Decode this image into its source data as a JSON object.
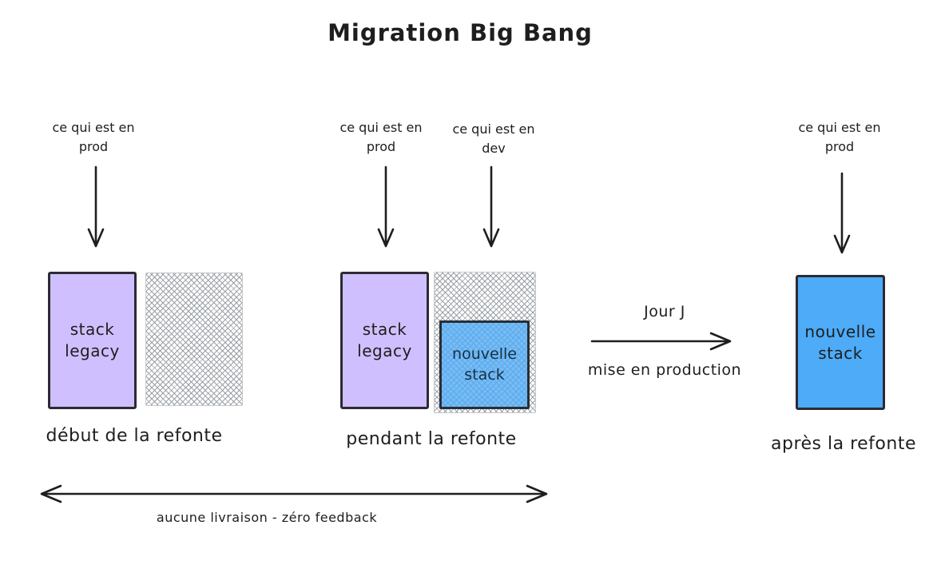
{
  "title": "Migration Big Bang",
  "colors": {
    "ink": "#1e1e1e",
    "legacy_fill": "#d0bfff",
    "new_stack_fill": "#4dabf7",
    "hatch_line": "#9aa0a6",
    "box_border": "#2b2b33"
  },
  "stages": [
    {
      "caption": "début de la refonte",
      "prod_label": "ce qui est en prod",
      "legacy_box_label": "stack legacy"
    },
    {
      "caption": "pendant la refonte",
      "prod_label": "ce qui est en prod",
      "dev_label": "ce qui est en dev",
      "legacy_box_label": "stack legacy",
      "new_box_label": "nouvelle stack"
    },
    {
      "caption": "après la refonte",
      "prod_label": "ce qui est en prod",
      "new_box_label": "nouvelle stack"
    }
  ],
  "transition": {
    "title": "Jour J",
    "subtitle": "mise en production"
  },
  "timeline_note": "aucune livraison - zéro feedback"
}
